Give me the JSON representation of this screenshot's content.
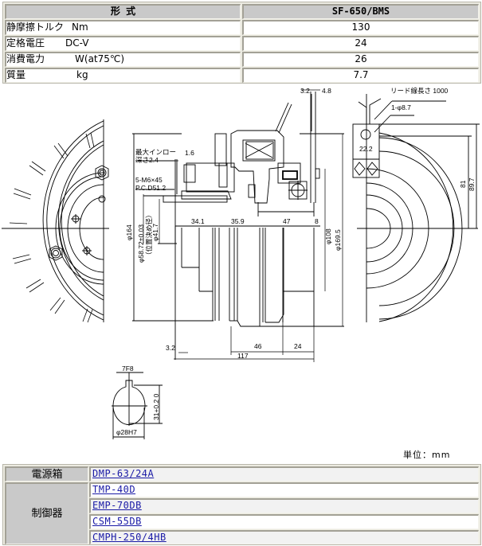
{
  "spec_table": {
    "header": {
      "label": "形 式",
      "model": "SF-650/BMS"
    },
    "rows": [
      {
        "name": "静摩擦トルク",
        "unit": "Nm",
        "value": "130"
      },
      {
        "name": "定格電圧",
        "unit": "DC-V",
        "value": "24"
      },
      {
        "name": "消費電力",
        "unit": "W(at75℃)",
        "value": "26"
      },
      {
        "name": "質量",
        "unit": "kg",
        "value": "7.7"
      }
    ]
  },
  "drawing": {
    "labels": {
      "lead_wire": "リード線長さ 1000",
      "hole": "1-φ8.7",
      "d22_2": "22.2",
      "d81": "81",
      "d89_7": "89.7",
      "d3_2_top": "3.2",
      "d4_8": "4.8",
      "max_spigot_1": "最大インロー",
      "max_spigot_2": "深さ2.4",
      "d1_6": "1.6",
      "screws": "5-M6×45",
      "pcd": "P.C.D51.2",
      "d164": "φ164",
      "d58_72": "φ58.72±0.03",
      "positioning": "（位置決め径）",
      "d41_7": "φ41.7",
      "d34_1": "34.1",
      "d35_9": "35.9",
      "d47": "47",
      "d8": "8",
      "d108": "φ108",
      "d169_5": "φ169.5",
      "d3_2_bottom": "3.2",
      "d46": "46",
      "d24": "24",
      "d117": "117",
      "key_width": "7F8",
      "key_depth": "31+0.2 0",
      "bore": "φ28H7"
    }
  },
  "unit_label": "単位：mm",
  "accessory_table": {
    "groups": [
      {
        "label": "電源箱",
        "items": [
          "DMP-63/24A"
        ]
      },
      {
        "label": "制御器",
        "items": [
          "TMP-40D",
          "EMP-70DB",
          "CSM-55DB",
          "CMPH-250/4HB"
        ]
      }
    ]
  }
}
